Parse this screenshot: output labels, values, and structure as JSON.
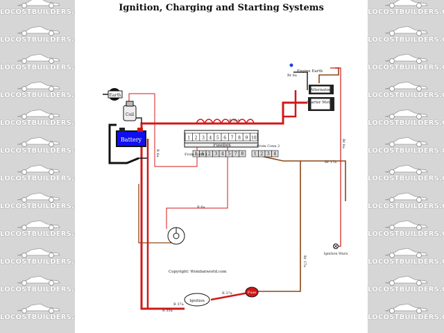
{
  "watermark": {
    "text": "LOCOSTBUILDERS.CO.UK"
  },
  "diagram": {
    "title": "Ignition, Charging and Starting Systems",
    "components": {
      "earth": "Earth",
      "coil": "Coil",
      "battery": "Battery",
      "fusebox": "Fusebox",
      "engine_earth": "Engine Earth",
      "alternator": "Alternator",
      "starter": "Starter Motor",
      "ignition": "Ignition",
      "fuse": "Fuse",
      "warn_lamp": "Ignition Warn"
    },
    "fuse_numbers": [
      "1",
      "2",
      "3",
      "4",
      "5",
      "6",
      "7",
      "8",
      "9",
      "10"
    ],
    "from_conn1": {
      "label": "From Conn 1",
      "pins": [
        "1",
        "6",
        "2",
        "3",
        "4",
        "5",
        "7",
        "8"
      ]
    },
    "from_conn2": {
      "label": "From Conn 2",
      "pins": [
        "1",
        "2",
        "3",
        "4"
      ]
    },
    "wire_labels": {
      "r55a": "R 55A",
      "r6a_left": "R 6a",
      "r6a_mid": "R 6a",
      "br6a_top": "Br 6a",
      "br17a_right": "Br 17a",
      "br6a_right": "Br 6a",
      "br17a_low": "Br 17a",
      "r55a_bottom": "R 55a",
      "r37a": "R 37a",
      "r37a_right": "R 37a"
    },
    "copyright": "Copyright: Wombatworld.com"
  }
}
